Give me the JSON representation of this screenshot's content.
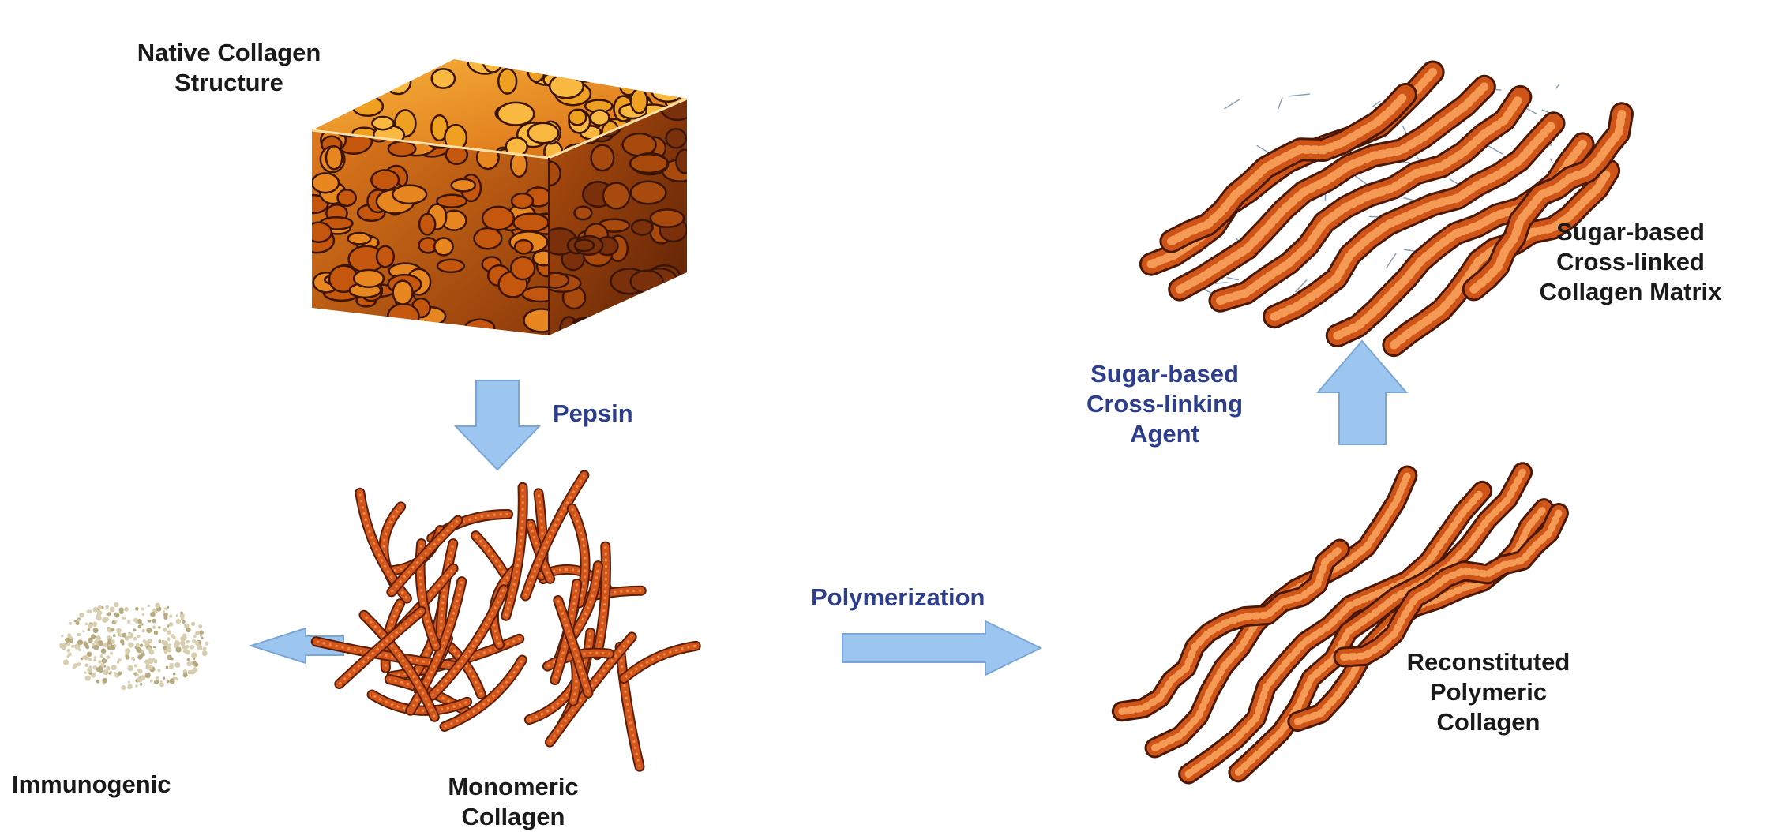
{
  "labels": {
    "native": [
      "Native Collagen",
      "Structure"
    ],
    "pepsin": "Pepsin",
    "immunogenic": "Immunogenic",
    "monomeric": [
      "Monomeric",
      "Collagen"
    ],
    "polymerization": "Polymerization",
    "reconstituted": [
      "Reconstituted",
      "Polymeric",
      "Collagen"
    ],
    "agent": [
      "Sugar-based",
      "Cross-linking",
      "Agent"
    ],
    "matrix": [
      "Sugar-based",
      "Cross-linked",
      "Collagen Matrix"
    ]
  },
  "colors": {
    "arrow_fill": "#9cc6f0",
    "arrow_stroke": "#7aa6d6",
    "label_blue": "#2d3e8c",
    "fiber": "#d2551a",
    "fiber_dark": "#5a1e0a",
    "cube_yellow": "#f5a623",
    "immuno": "#d8cfb0"
  }
}
